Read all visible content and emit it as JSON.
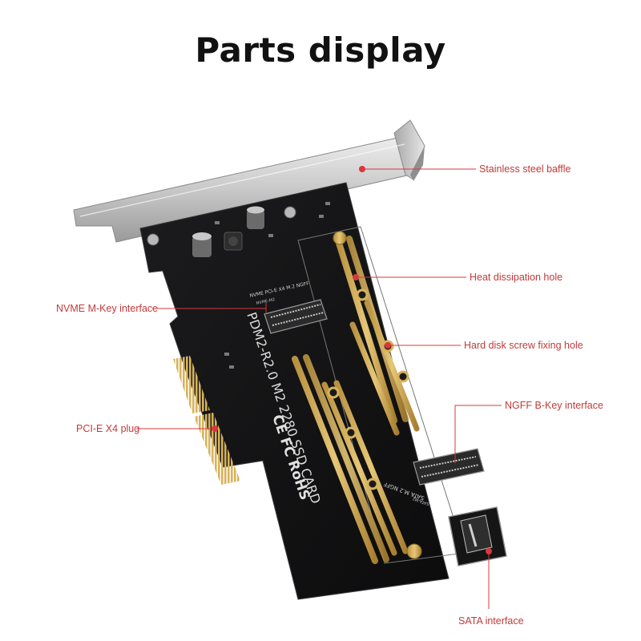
{
  "title": "Parts display",
  "accent_color": "#d8383d",
  "label_color": "#c23a3a",
  "callouts": [
    {
      "id": "baffle",
      "label": "Stainless steel baffle"
    },
    {
      "id": "heat",
      "label": "Heat dissipation hole"
    },
    {
      "id": "nvme",
      "label": "NVME M-Key interface"
    },
    {
      "id": "screw",
      "label": "Hard disk screw fixing hole"
    },
    {
      "id": "ngff",
      "label": "NGFF B-Key interface"
    },
    {
      "id": "pcie",
      "label": "PCI-E X4 plug"
    },
    {
      "id": "sata",
      "label": "SATA interface"
    }
  ],
  "board": {
    "main_text": "PDM2-R2.0 M2 2280 SSD CARD",
    "nvme_text": "NVME PCI-E X4 M.2 NGFF",
    "nvme_sub": "NVME-M2",
    "sata_text": "SATA M.2 NGFF",
    "sata_sub": "SATA-M2",
    "cert_marks": "CE FC RoHS"
  }
}
